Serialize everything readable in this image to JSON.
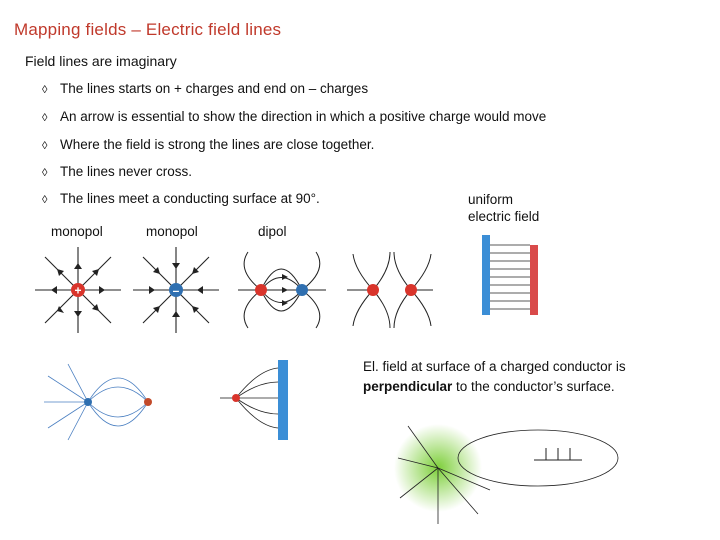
{
  "title": "Mapping fields – Electric field lines",
  "subtitle": "Field lines are imaginary",
  "bullet_marker": "◊",
  "bullets": [
    "The lines starts on + charges and end on – charges",
    "An arrow is essential to show the direction in which a positive charge would move",
    "Where the field is strong the lines are close together.",
    "The lines never cross.",
    "The lines meet a conducting surface at 90°."
  ],
  "labels": {
    "monopol_1": "monopol",
    "monopol_2": "monopol",
    "dipol": "dipol",
    "uniform_line1": "uniform",
    "uniform_line2": "electric field"
  },
  "charges": {
    "positive": "+",
    "negative": "–"
  },
  "conductor_note": {
    "part1": "El. field at surface of a charged conductor is ",
    "emphasis": "perpendicular",
    "part2": " to the conductor’s surface."
  },
  "colors": {
    "title": "#c0392b",
    "positive_charge": "#d9342b",
    "negative_charge": "#2f6fb0",
    "plate_blue": "#3b8ed6",
    "plate_red": "#d94a4a",
    "conductor_green": "#7dcf3a"
  }
}
